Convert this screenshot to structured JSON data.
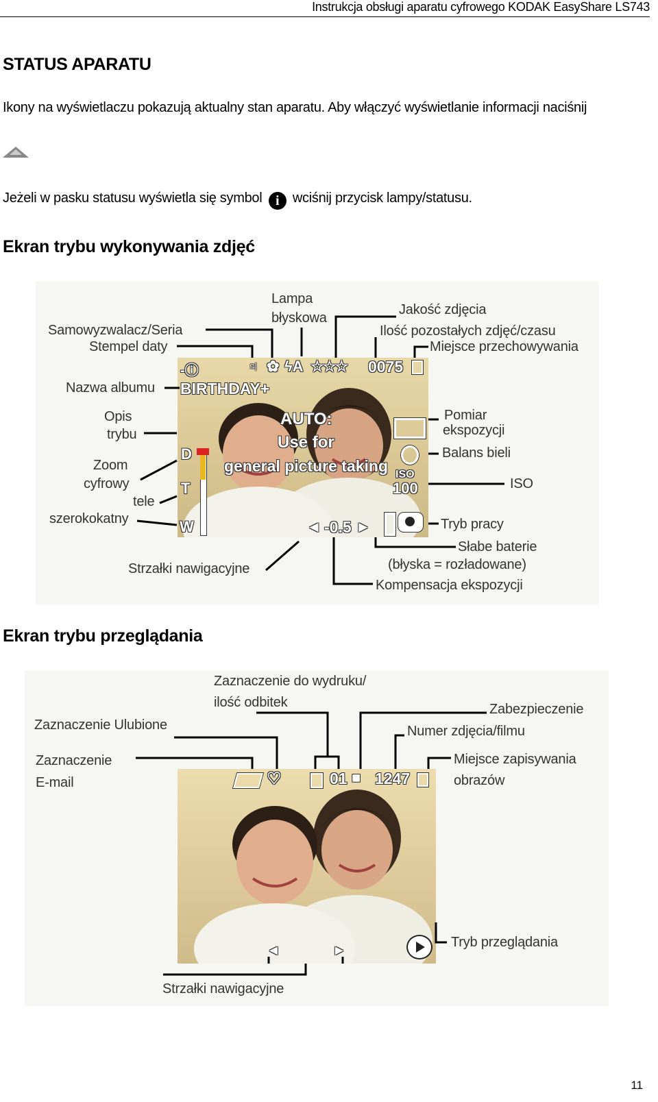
{
  "header": {
    "title": "Instrukcja obsługi aparatu cyfrowego KODAK EasyShare LS743"
  },
  "section_title": "STATUS APARATU",
  "intro": "Ikony na wyświetlaczu pokazują aktualny stan aparatu. Aby włączyć wyświetlanie informacji naciśnij",
  "info_line": {
    "before": "Jeżeli w pasku statusu wyświetla się symbol",
    "symbol": "i",
    "after": "wciśnij przycisk lampy/statusu."
  },
  "capture": {
    "title": "Ekran trybu wykonywania zdjęć",
    "labels": {
      "lampa": "Lampa",
      "blyskowa": "błyskowa",
      "jakosc": "Jakość zdjęcia",
      "samowyzwalacz": "Samowyzwalacz/Seria",
      "stempel": "Stempel daty",
      "ilosc": "Ilość pozostałych zdjęć/czasu",
      "miejsce": "Miejsce przechowywania",
      "nazwa_albumu": "Nazwa albumu",
      "opis1": "Opis",
      "opis2": "trybu",
      "pomiar1": "Pomiar",
      "pomiar2": "ekspozycji",
      "balans": "Balans bieli",
      "iso": "ISO",
      "zoom1": "Zoom",
      "zoom2": "cyfrowy",
      "tele": "tele",
      "szeroko": "szerokokatny",
      "tryb_pracy": "Tryb pracy",
      "slabe": "Słabe baterie",
      "blyska": "(błyska = rozładowane)",
      "strzalki": "Strzałki nawigacyjne",
      "kompensacja": "Kompensacja ekspozycji"
    },
    "lcd": {
      "album": "BIRTHDAY+",
      "mode1": "AUTO:",
      "mode2": "Use for",
      "mode3": "general picture taking",
      "count": "0075",
      "flash": "ϟA",
      "stars": "☆☆☆",
      "zoom_d": "D",
      "zoom_t": "T",
      "zoom_w": "W",
      "exposure": "-0.5",
      "iso_top": "ISO",
      "iso_val": "100"
    }
  },
  "review": {
    "title": "Ekran trybu przeglądania",
    "labels": {
      "wydruk1": "Zaznaczenie do wydruku/",
      "wydruk2": "ilość odbitek",
      "zabezpieczenie": "Zabezpieczenie",
      "ulubione": "Zaznaczenie Ulubione",
      "numer": "Numer zdjęcia/filmu",
      "email1": "Zaznaczenie",
      "email2": "E-mail",
      "miejsce1": "Miejsce zapisywania",
      "miejsce2": "obrazów",
      "tryb": "Tryb przeglądania",
      "strzalki": "Strzałki nawigacyjne"
    },
    "lcd": {
      "prints": "01",
      "number": "1247"
    }
  },
  "page_number": "11"
}
